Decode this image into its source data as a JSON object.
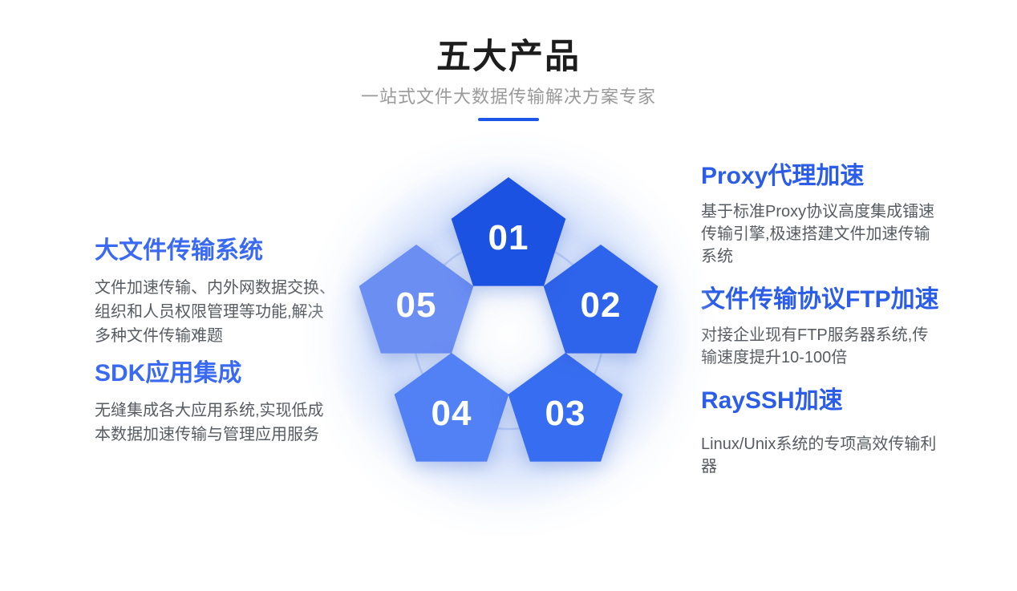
{
  "page": {
    "title": "五大产品",
    "subtitle": "一站式文件大数据传输解决方案专家"
  },
  "diagram": {
    "numbers": [
      "01",
      "02",
      "03",
      "04",
      "05"
    ]
  },
  "left_column": {
    "sections": [
      {
        "title": "大文件传输系统",
        "body": "文件加速传输、内外网数据交换、组织和人员权限管理等功能,解决多种文件传输难题"
      },
      {
        "title": "SDK应用集成",
        "body": "无缝集成各大应用系统,实现低成本数据加速传输与管理应用服务"
      }
    ]
  },
  "right_column": {
    "sections": [
      {
        "title": "Proxy代理加速",
        "body": "基于标准Proxy协议高度集成镭速传输引擎,极速搭建文件加速传输系统"
      },
      {
        "title": "文件传输协议FTP加速",
        "body": "对接企业现有FTP服务器系统,传输速度提升10-100倍"
      },
      {
        "title": "RaySSH加速",
        "body": "Linux/Unix系统的专项高效传输利器"
      }
    ]
  },
  "colors": {
    "title_text": "#1d1d1d",
    "subtitle_text": "#9a9a9a",
    "underline_accent": "#1a56e8",
    "heading_left_accent": "#3b6af2",
    "heading_right_accent": "#2b5de9",
    "body_text": "#575c62",
    "number_text": "#ffffff",
    "connector_circle": "#bccdf8",
    "pentagon_fills": [
      "#1c52e2",
      "#2e63eb",
      "#376df0",
      "#5181f5",
      "#6b8ef3"
    ]
  }
}
